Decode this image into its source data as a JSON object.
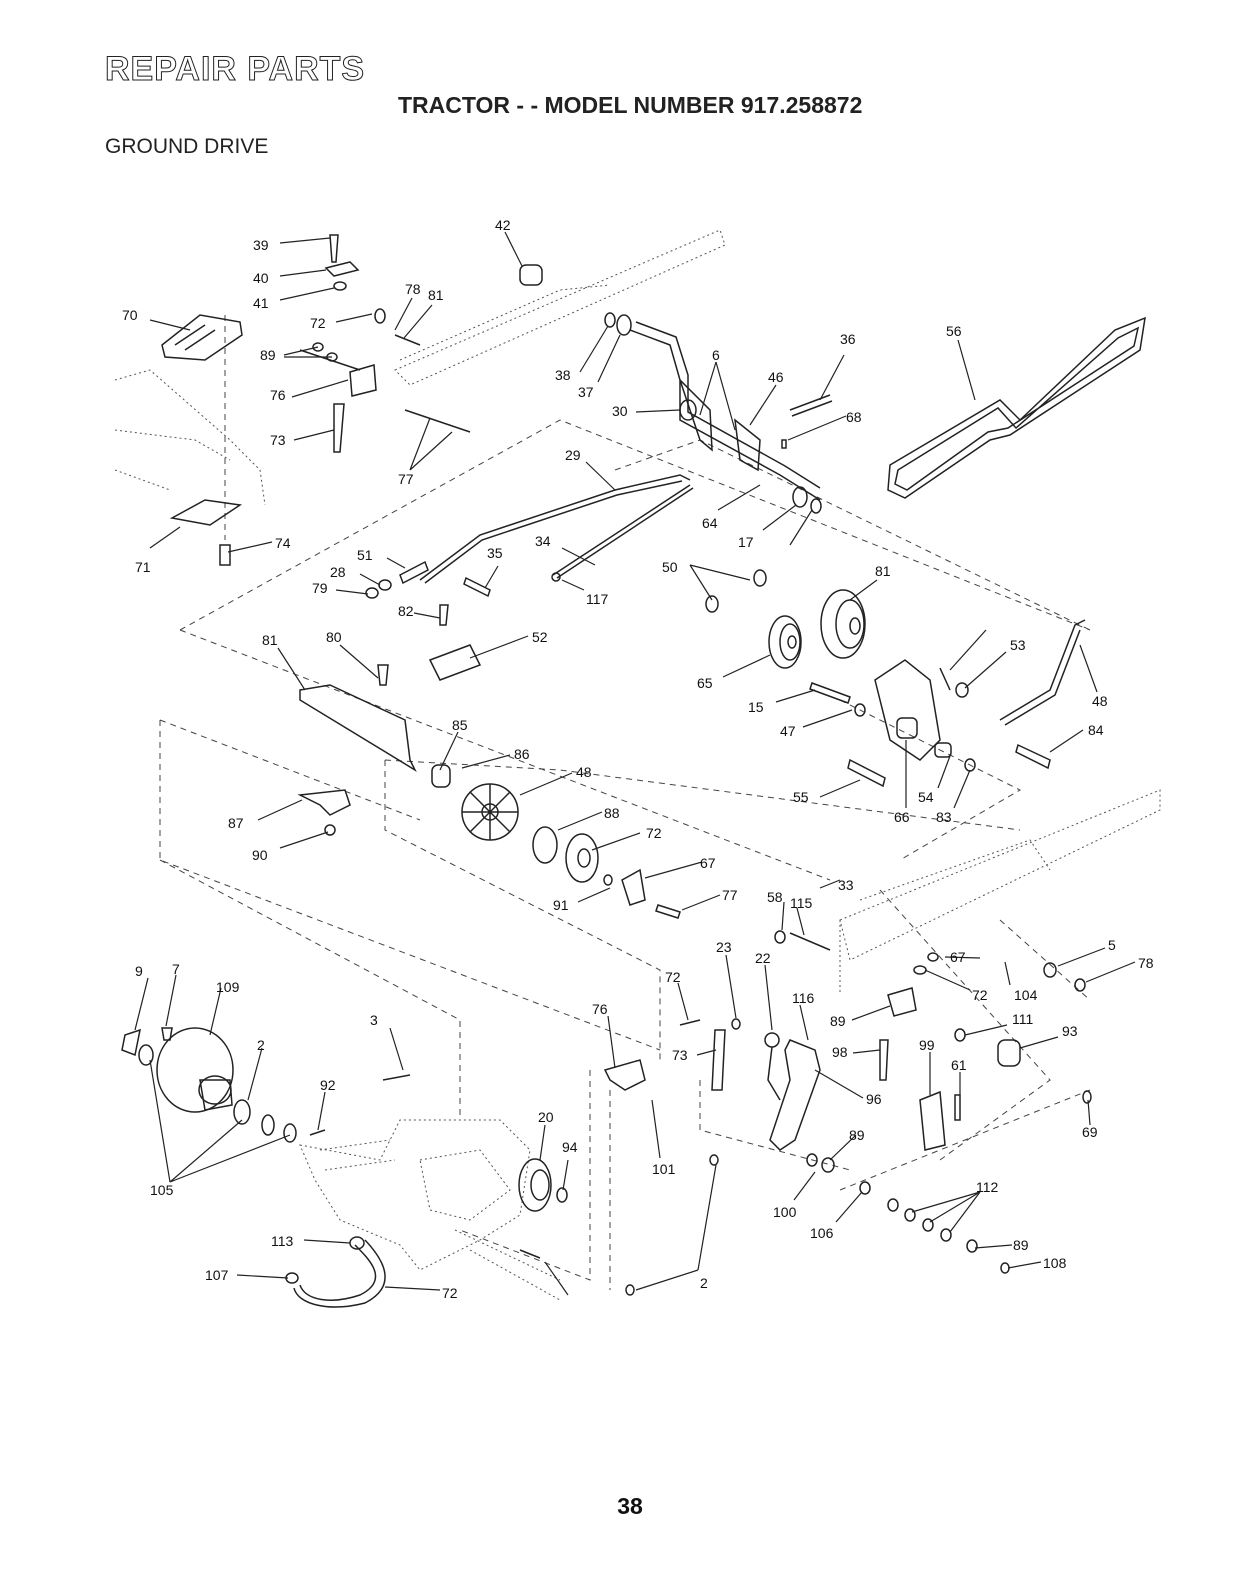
{
  "header": {
    "title": "REPAIR PARTS",
    "model_line": "TRACTOR - - MODEL NUMBER 917.258872",
    "section": "GROUND DRIVE"
  },
  "callouts": [
    "39",
    "40",
    "41",
    "42",
    "70",
    "72",
    "78",
    "81",
    "89",
    "76",
    "73",
    "77",
    "71",
    "74",
    "38",
    "37",
    "6",
    "46",
    "36",
    "56",
    "30",
    "68",
    "29",
    "64",
    "17",
    "51",
    "28",
    "79",
    "35",
    "34",
    "117",
    "50",
    "81",
    "82",
    "81",
    "80",
    "52",
    "65",
    "15",
    "53",
    "47",
    "48",
    "84",
    "85",
    "86",
    "48",
    "55",
    "54",
    "66",
    "83",
    "87",
    "88",
    "72",
    "90",
    "67",
    "91",
    "77",
    "58",
    "115",
    "33",
    "9",
    "7",
    "109",
    "3",
    "2",
    "92",
    "72",
    "23",
    "22",
    "116",
    "67",
    "5",
    "78",
    "72",
    "104",
    "76",
    "89",
    "111",
    "93",
    "73",
    "98",
    "99",
    "61",
    "20",
    "94",
    "96",
    "89",
    "69",
    "105",
    "101",
    "112",
    "100",
    "106",
    "113",
    "89",
    "108",
    "107",
    "72",
    "2"
  ],
  "page_number": "38"
}
